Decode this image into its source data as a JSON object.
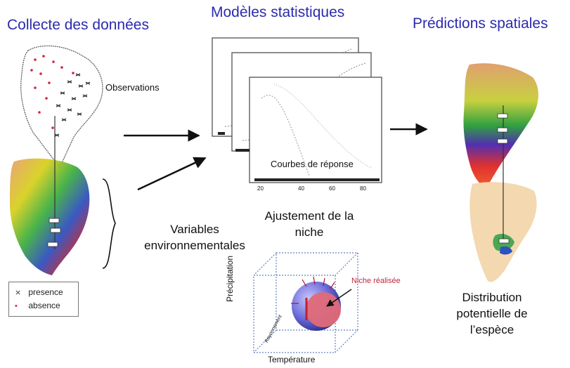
{
  "headers": {
    "collecte": "Collecte des données",
    "modeles": "Modèles statistiques",
    "predictions": "Prédictions spatiales"
  },
  "labels": {
    "observations": "Observations",
    "courbes": "Courbes de réponse",
    "variables": "Variables environnementales",
    "ajustement": "Ajustement de la niche",
    "niche_realisee": "Niche réalisée",
    "precipitation": "Précipitation",
    "rayonnement": "Rayonnement",
    "temperature": "Température",
    "distribution": "Distribution potentielle de l’espèce"
  },
  "legend": {
    "presence": "presence",
    "absence": "absence"
  },
  "curve_axis_ticks": [
    "20",
    "40",
    "60",
    "80"
  ],
  "colors": {
    "header": "#2b2bb0",
    "niche_label": "#c0283a",
    "presence": "#333333",
    "absence": "#d0243a"
  }
}
